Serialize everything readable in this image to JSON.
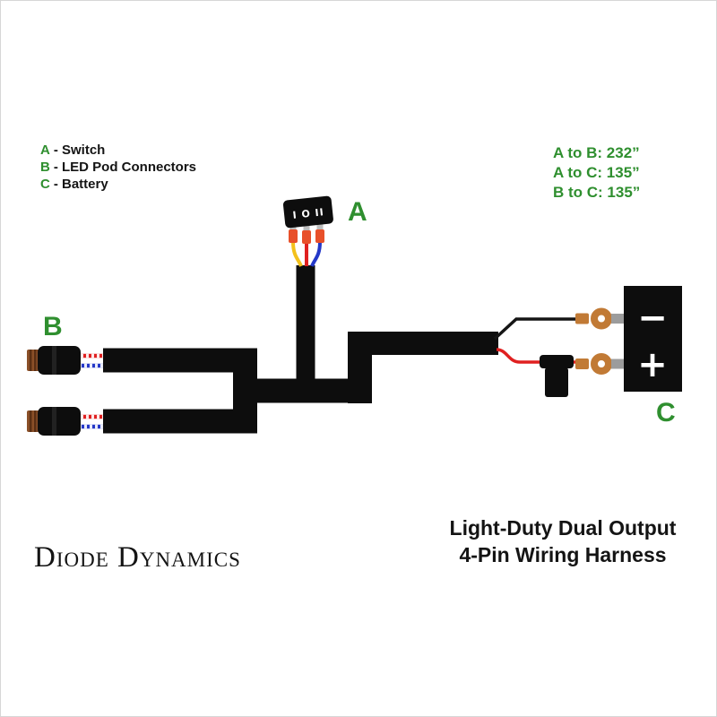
{
  "colors": {
    "accent_green": "#2f8f2f",
    "ink": "#141414",
    "harness_black": "#0d0d0d",
    "wire_yellow": "#f3c11b",
    "wire_red": "#e02020",
    "wire_blue": "#2438c8",
    "copper": "#c17a35",
    "connector_collar": "#8a4f28",
    "terminal_tab_gray": "#9c9c9c",
    "crimp_orange": "#e8502a"
  },
  "legend": {
    "items": [
      {
        "key": "A",
        "text": "- Switch"
      },
      {
        "key": "B",
        "text": "- LED Pod Connectors"
      },
      {
        "key": "C",
        "text": "- Battery"
      }
    ]
  },
  "measurements": {
    "items": [
      {
        "text": "A to B: 232”"
      },
      {
        "text": "A to C: 135”"
      },
      {
        "text": "B to C: 135”"
      }
    ]
  },
  "diagram": {
    "switch_label": "A",
    "switch_face": "I O II",
    "pods_label": "B",
    "battery_label": "C",
    "battery_minus": "−",
    "battery_plus": "+"
  },
  "footer": {
    "brand": "Diode Dynamics",
    "title_line1": "Light-Duty Dual Output",
    "title_line2": "4-Pin Wiring Harness"
  }
}
